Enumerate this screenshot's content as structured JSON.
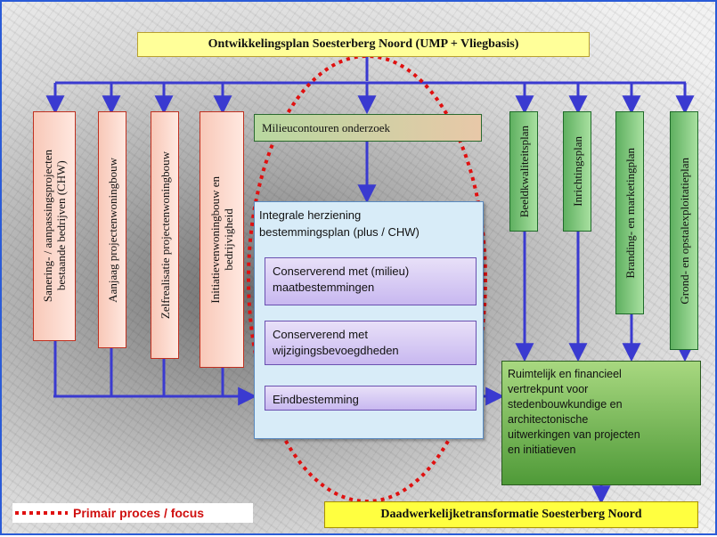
{
  "title": "Ontwikkelingsplan Soesterberg Noord (UMP + Vliegbasis)",
  "left_plans": [
    "Sanering- / aanpassingsprojecten\nbestaande bedrijven (CHW)",
    "Aanjaag projectenwoningbouw",
    "Zelfrealisatie projectenwoningbouw",
    "Initiatievenwoningbouw en\nbedrijvigheid"
  ],
  "milieu": "Milieucontouren onderzoek",
  "integral": {
    "title": "Integrale herziening\nbestemmingsplan (plus / CHW)",
    "items": [
      "Conserverend met (milieu)\nmaatbestemmingen",
      "Conserverend met\nwijzigingsbevoegdheden",
      "Eindbestemming"
    ]
  },
  "right_plans": [
    "Beeldkwaliteitsplan",
    "Inrichtingsplan",
    "Branding- en marketingplan",
    "Grond- en opstalexploitatieplan"
  ],
  "ruimtelijk": "Ruimtelijk en financieel\nvertrekpunt voor\nstedenbouwkundige en\narchitectonische\nuitwerkingen van projecten\nen initiatieven",
  "result": "Daadwerkelijketransformatie Soesterberg Noord",
  "legend": "Primair proces / focus",
  "colors": {
    "arrow": "#3a3ad0",
    "focus_outline": "#e01010"
  }
}
